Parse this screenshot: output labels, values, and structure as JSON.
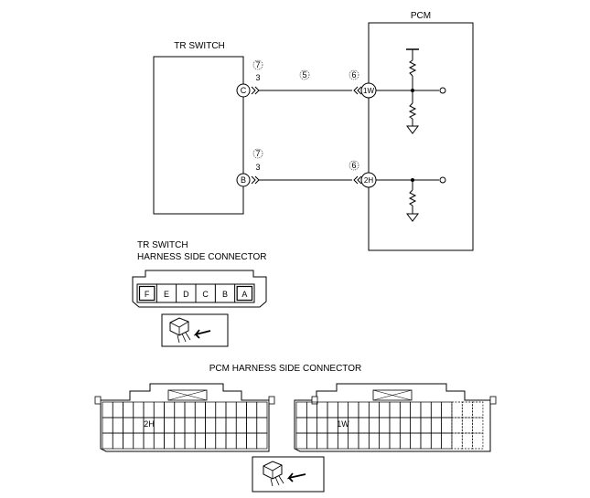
{
  "tr_switch": {
    "title": "TR SWITCH",
    "upper_terminal": "C",
    "lower_terminal": "B",
    "upper_codes": [
      "7",
      "3"
    ],
    "lower_codes": [
      "7",
      "3"
    ]
  },
  "pcm": {
    "title": "PCM",
    "upper_terminal": "1W",
    "lower_terminal": "2H"
  },
  "wire": {
    "mid_code": "5",
    "upper_pcm_code": "6",
    "lower_pcm_code": "6"
  },
  "tr_connector": {
    "title_line1": "TR SWITCH",
    "title_line2": "HARNESS SIDE CONNECTOR",
    "pins": [
      "F",
      "E",
      "D",
      "C",
      "B",
      "A"
    ]
  },
  "pcm_connector": {
    "title": "PCM HARNESS SIDE CONNECTOR",
    "left_pin_label": "2H",
    "right_pin_label": "1W"
  }
}
